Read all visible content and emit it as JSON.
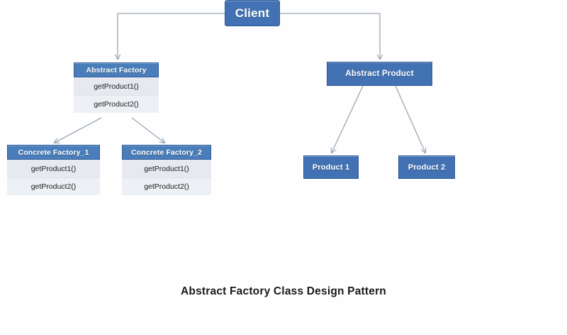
{
  "diagram": {
    "caption": "Abstract Factory Class Design Pattern",
    "colors": {
      "node_fill": "#4272b4",
      "node_border": "#2f5a96",
      "header_fill": "#4a7ebb",
      "row_fill": "#e6eaf0",
      "connector": "#9aa7b4",
      "background": "#ffffff",
      "text_light": "#ffffff",
      "text_dark": "#1a1a1a"
    },
    "nodes": {
      "client": {
        "label": "Client"
      },
      "abstract_factory": {
        "title": "Abstract Factory",
        "methods": [
          "getProduct1()",
          "getProduct2()"
        ]
      },
      "abstract_product": {
        "label": "Abstract Product"
      },
      "concrete_factory_1": {
        "title": "Concrete Factory_1",
        "methods": [
          "getProduct1()",
          "getProduct2()"
        ]
      },
      "concrete_factory_2": {
        "title": "Concrete Factory_2",
        "methods": [
          "getProduct1()",
          "getProduct2()"
        ]
      },
      "product_1": {
        "label": "Product 1"
      },
      "product_2": {
        "label": "Product 2"
      }
    },
    "connections": [
      {
        "from": "client",
        "to": "abstract_factory",
        "style": "orthogonal-arrow"
      },
      {
        "from": "client",
        "to": "abstract_product",
        "style": "orthogonal-arrow"
      },
      {
        "from": "abstract_factory",
        "to": "concrete_factory_1",
        "style": "diagonal-arrow"
      },
      {
        "from": "abstract_factory",
        "to": "concrete_factory_2",
        "style": "diagonal-arrow"
      },
      {
        "from": "abstract_product",
        "to": "product_1",
        "style": "diagonal-arrow"
      },
      {
        "from": "abstract_product",
        "to": "product_2",
        "style": "diagonal-arrow"
      }
    ]
  }
}
